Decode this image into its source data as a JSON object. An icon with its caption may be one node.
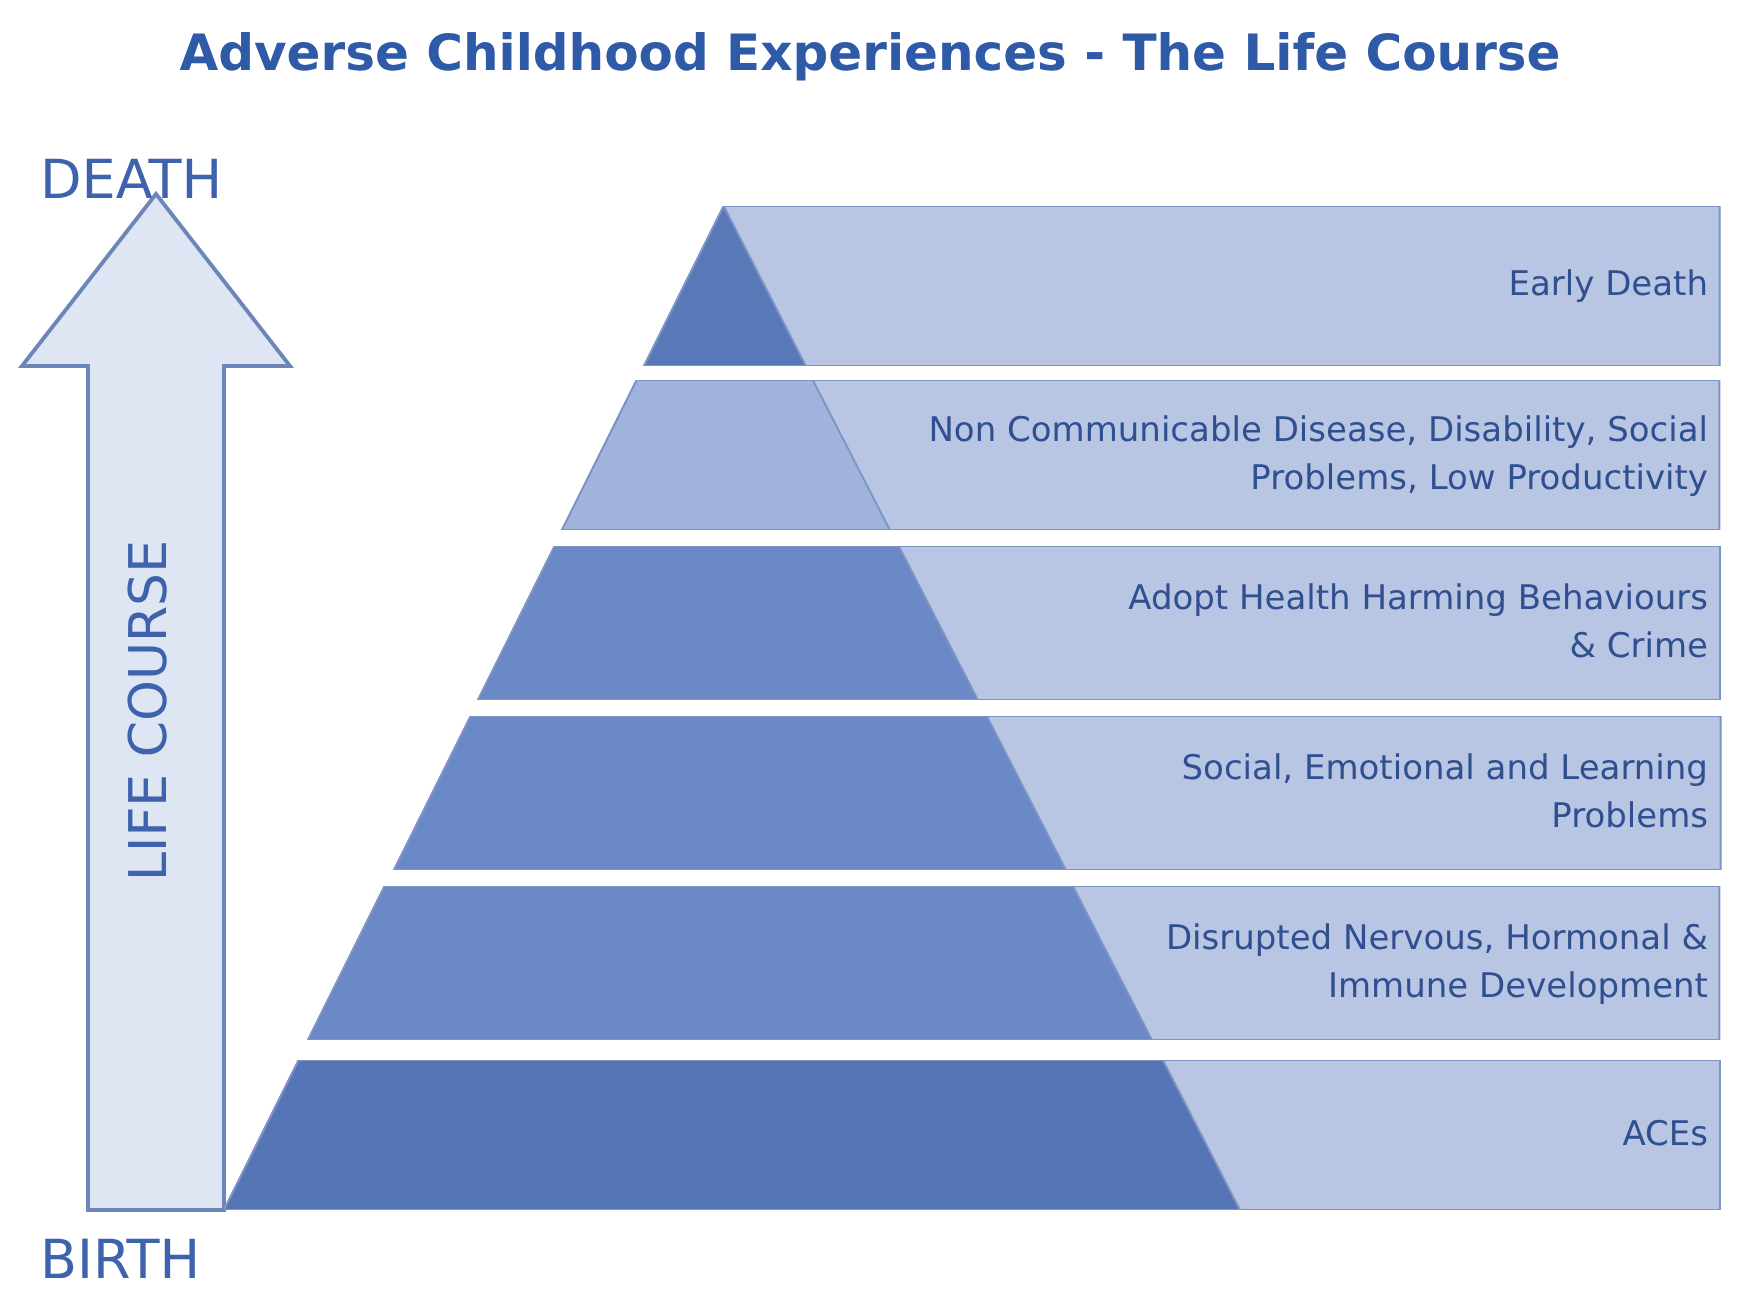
{
  "diagram": {
    "title": "Adverse Childhood Experiences - The Life Course",
    "nodes": [
      {
        "text": [
          "LIFE COURSE"
        ]
      },
      {
        "text": [
          "Early Death"
        ]
      },
      {
        "text": [
          "Non Communicable Disease, Disability, Social Problems, Low Productivity"
        ]
      },
      {
        "text": [
          "Adopt Health Harming Behaviours & Crime"
        ]
      },
      {
        "text": [
          "Social, Emotional and Learning Problems"
        ]
      },
      {
        "text": [
          "Disrupted Nervous, Hormonal & Immune Development"
        ]
      },
      {
        "text": [
          "ACEs"
        ]
      }
    ],
    "edges": [],
    "labels": [
      "DEATH",
      "BIRTH"
    ]
  }
}
